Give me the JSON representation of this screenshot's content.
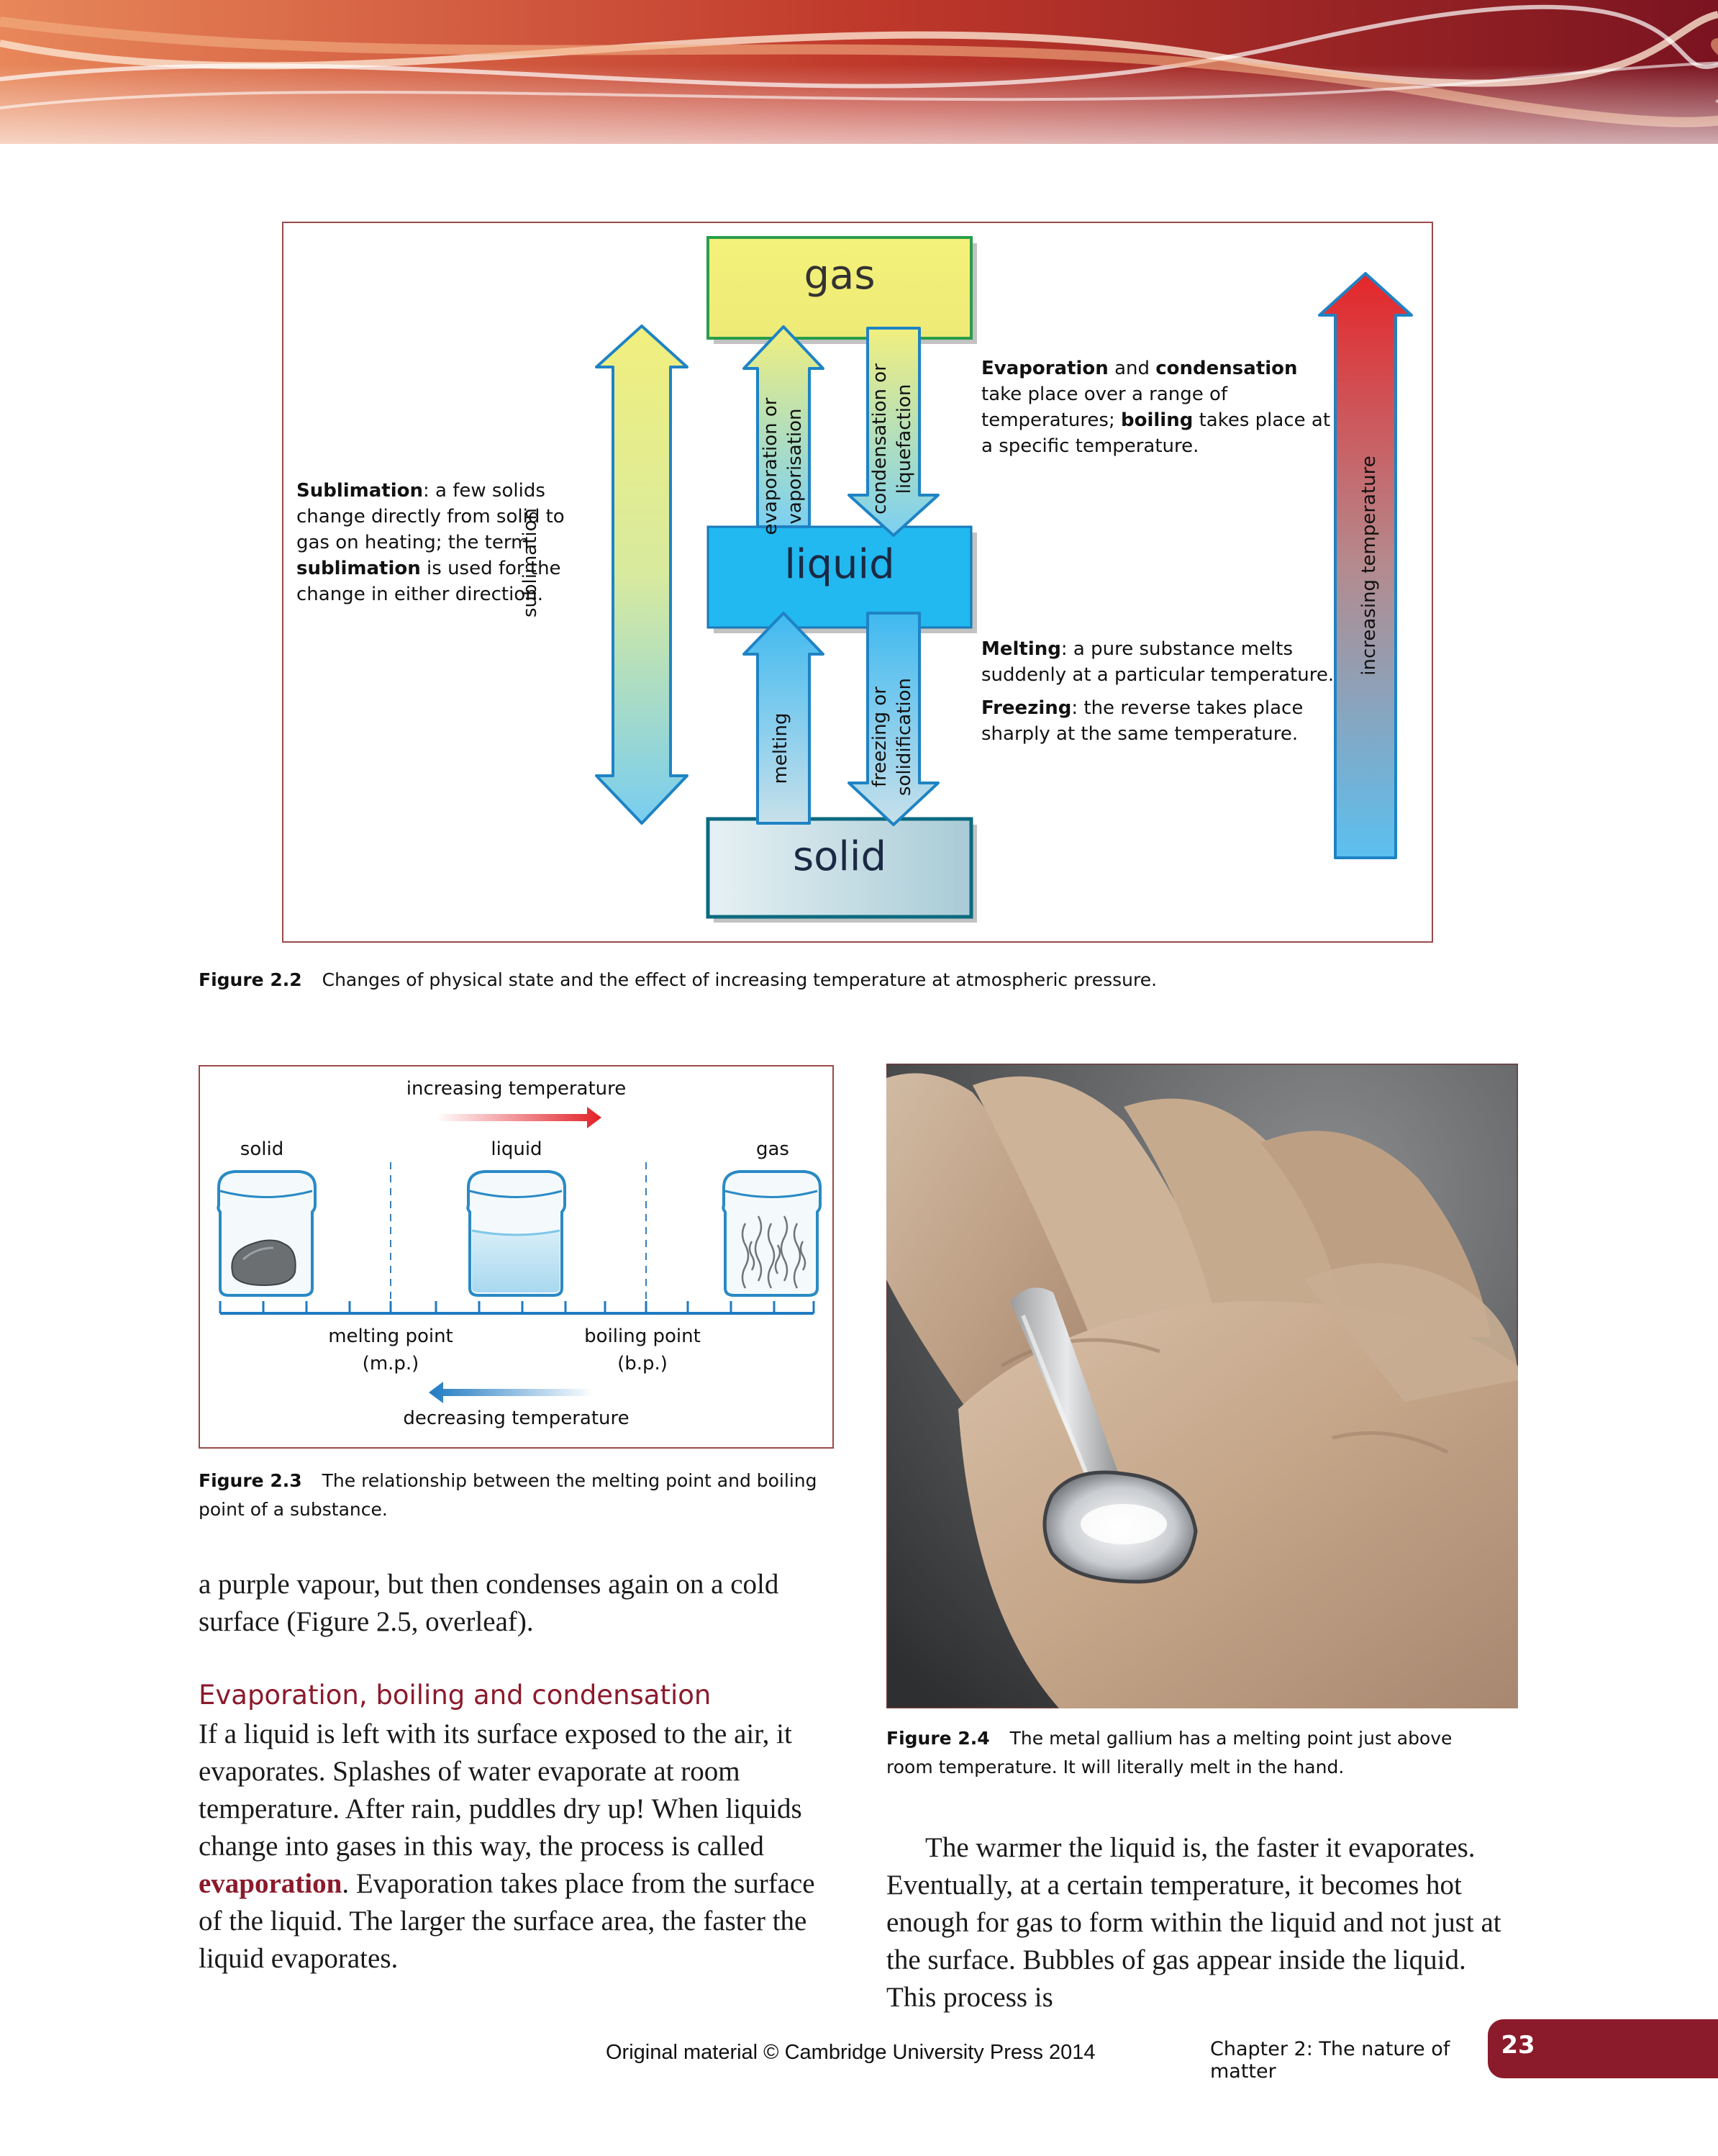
{
  "figure_2_2": {
    "states": {
      "gas": "gas",
      "liquid": "liquid",
      "solid": "solid"
    },
    "arrows": {
      "sublimation": "sublimation",
      "evaporation_line1": "evaporation or",
      "evaporation_line2": "vaporisation",
      "condensation_line1": "condensation or",
      "condensation_line2": "liquefaction",
      "melting": "melting",
      "freezing_line1": "freezing or",
      "freezing_line2": "solidification",
      "increasing_temperature": "increasing temperature"
    },
    "note_evaporation": {
      "t1": "Evaporation",
      "t2": " and ",
      "t3": "condensation",
      "t4": " take place over a range of temperatures; ",
      "t5": "boiling",
      "t6": " takes place at a specific temperature."
    },
    "note_sublimation": {
      "t1": "Sublimation",
      "t2": ": a few solids change directly from solid to gas on heating; the term ",
      "t3": "sublimation",
      "t4": " is used for the change in either direction."
    },
    "note_melting": {
      "t1": "Melting",
      "t2": ": a pure substance melts suddenly at a particular temperature."
    },
    "note_freezing": {
      "t1": "Freezing",
      "t2": ": the reverse takes place sharply at the same temperature."
    },
    "caption_label": "Figure 2.2",
    "caption_text": "Changes of physical state and the effect of increasing temperature at atmospheric pressure."
  },
  "figure_2_3": {
    "increasing_temperature": "increasing temperature",
    "decreasing_temperature": "decreasing temperature",
    "solid": "solid",
    "liquid": "liquid",
    "gas": "gas",
    "melting_point_line1": "melting point",
    "melting_point_line2": "(m.p.)",
    "boiling_point_line1": "boiling point",
    "boiling_point_line2": "(b.p.)",
    "caption_label": "Figure 2.3",
    "caption_text": "The relationship between the melting point and boiling point of a substance."
  },
  "figure_2_4": {
    "caption_label": "Figure 2.4",
    "caption_text": "The metal gallium has a melting point just above room temperature. It will literally melt in the hand."
  },
  "left_column": {
    "para_continued": "a purple vapour, but then condenses again on a cold surface (Figure 2.5, overleaf).",
    "heading": "Evaporation, boiling and condensation",
    "para_1a": "If a liquid is left with its surface exposed to the air, it evaporates. Splashes of water evaporate at room temperature. After rain, puddles dry up! When liquids change into gases in this way, the process is called ",
    "para_1kw": "evaporation",
    "para_1b": ". Evaporation takes place from the surface of the liquid. The larger the surface area, the faster the liquid evaporates."
  },
  "right_column": {
    "para": "The warmer the liquid is, the faster it evaporates. Eventually, at a certain temperature, it becomes hot enough for gas to form within the liquid and not just at the surface. Bubbles of gas appear inside the liquid. This process is"
  },
  "footer": {
    "copyright": "Original material © Cambridge University Press 2014",
    "chapter": "Chapter 2: The nature of matter",
    "page_number": "23"
  },
  "colors": {
    "accent": "#8b1a2b",
    "gas_box": "#f2f07a",
    "liquid_box": "#22b8f0",
    "solid_box": "#c7dde5"
  }
}
